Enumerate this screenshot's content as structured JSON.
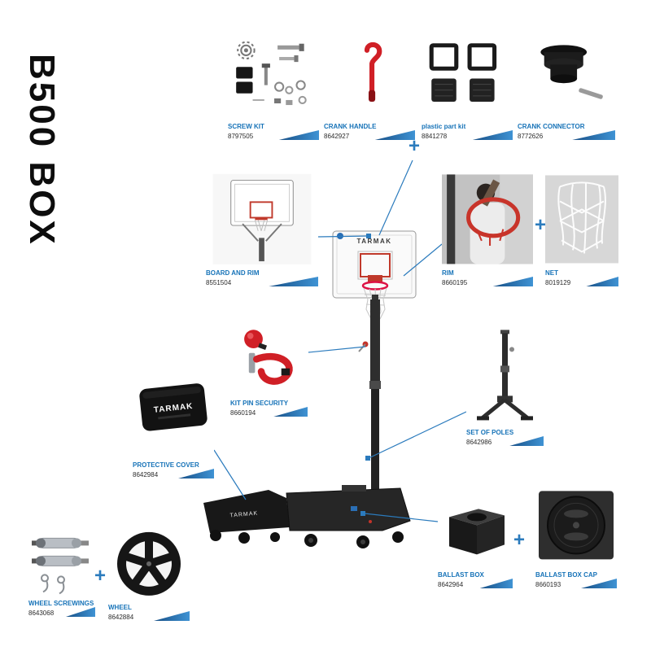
{
  "title": {
    "text": "B500 BOX"
  },
  "plus": "+",
  "colors": {
    "accent": "#2b7bbd",
    "label": "#1773b8",
    "ribbon_dark": "#174f86",
    "ribbon_light": "#3f93d4"
  },
  "product": {
    "board_brand": "TARMAK",
    "cover_brand": "TARMAK",
    "base_brand": "TARMAK"
  },
  "cards": [
    {
      "id": "screw-kit",
      "label": "SCREW KIT",
      "ref": "8797505"
    },
    {
      "id": "crank-handle",
      "label": "CRANK HANDLE",
      "ref": "8642927"
    },
    {
      "id": "plastic-part-kit",
      "label": "plastic part kit",
      "ref": "8841278"
    },
    {
      "id": "crank-connector",
      "label": "CRANK CONNECTOR",
      "ref": "8772626"
    },
    {
      "id": "board-and-rim",
      "label": "BOARD AND RIM",
      "ref": "8551504"
    },
    {
      "id": "rim",
      "label": "RIM",
      "ref": "8660195"
    },
    {
      "id": "net",
      "label": "NET",
      "ref": "8019129"
    },
    {
      "id": "kit-pin-security",
      "label": "KIT PIN SECURITY",
      "ref": "8660194"
    },
    {
      "id": "protective-cover",
      "label": "PROTECTIVE COVER",
      "ref": "8642984"
    },
    {
      "id": "set-of-poles",
      "label": "SET OF POLES",
      "ref": "8642986"
    },
    {
      "id": "ballast-box",
      "label": "BALLAST BOX",
      "ref": "8642964"
    },
    {
      "id": "ballast-box-cap",
      "label": "BALLAST BOX CAP",
      "ref": "8660193"
    },
    {
      "id": "wheel-screwings",
      "label": "WHEEL SCREWINGS",
      "ref": "8643068"
    },
    {
      "id": "wheel",
      "label": "WHEEL",
      "ref": "8642884"
    }
  ]
}
